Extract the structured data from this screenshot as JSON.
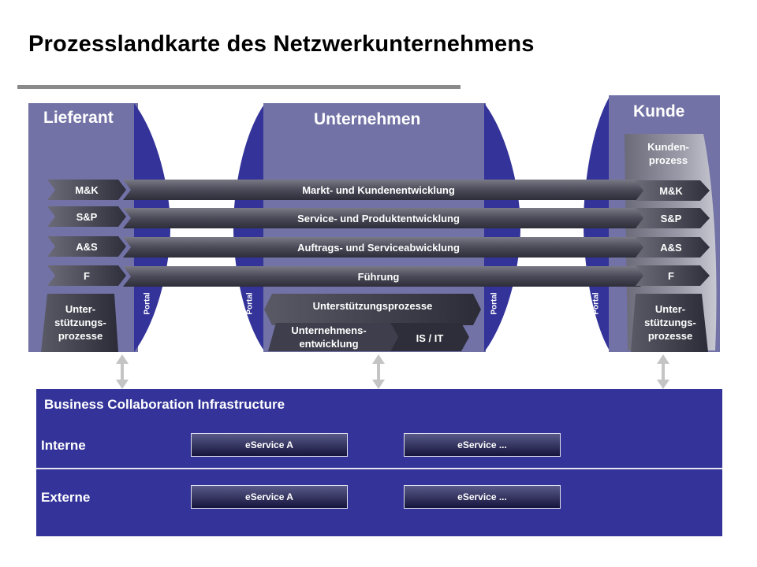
{
  "title": "Prozesslandkarte des Netzwerkunternehmens",
  "lieferant": {
    "header": "Lieferant",
    "chevrons": [
      "M&K",
      "S&P",
      "A&S",
      "F"
    ],
    "support": [
      "Unter-",
      "stützungs-",
      "prozesse"
    ],
    "portal": "Portal"
  },
  "unternehmen": {
    "header": "Unternehmen",
    "portal_left": "Portal",
    "portal_right": "Portal",
    "bars": [
      "Markt- und Kundenentwicklung",
      "Service- und Produktentwicklung",
      "Auftrags- und Serviceabwicklung",
      "Führung"
    ],
    "support_title": "Unterstützungsprozesse",
    "support_left": [
      "Unternehmens-",
      "entwicklung"
    ],
    "support_right": "IS / IT"
  },
  "kunde": {
    "header": "Kunde",
    "portal": "Portal",
    "prozess": [
      "Kunden-",
      "prozess"
    ],
    "chevrons": [
      "M&K",
      "S&P",
      "A&S",
      "F"
    ],
    "support": [
      "Unter-",
      "stützungs-",
      "prozesse"
    ]
  },
  "bci": {
    "title": "Business Collaboration Infrastructure",
    "rows": [
      {
        "label": "Interne",
        "services": [
          "eService A",
          "eService ..."
        ]
      },
      {
        "label": "Externe",
        "services": [
          "eService A",
          "eService ..."
        ]
      }
    ]
  },
  "colors": {
    "panel": "#7272a6",
    "portal": "#333399",
    "bar_dark": "#3a3a4a",
    "connector": "#c0c0c0"
  }
}
